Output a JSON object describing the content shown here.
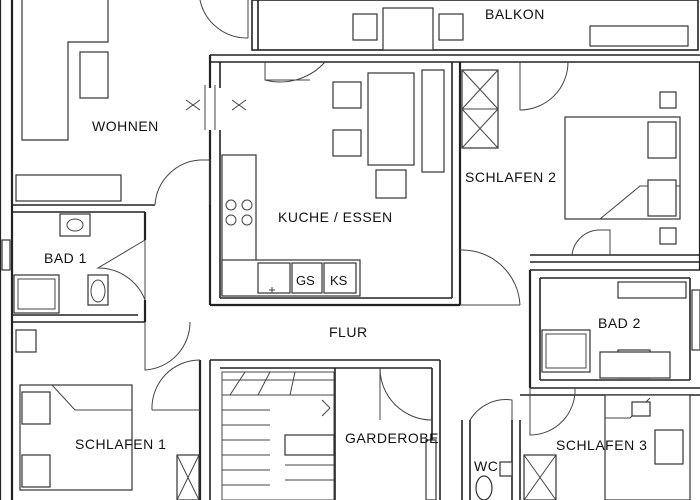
{
  "plan": {
    "rooms": {
      "balkon": "BALKON",
      "wohnen": "WOHNEN",
      "kueche": "KUCHE / ESSEN",
      "schlafen2": "SCHLAFEN 2",
      "bad1": "BAD 1",
      "flur": "FLUR",
      "bad2": "BAD 2",
      "schlafen1": "SCHLAFEN 1",
      "garderobe": "GARDEROBE",
      "wc": "WC",
      "schlafen3": "SCHLAFEN 3"
    },
    "appliances": {
      "gs": "GS",
      "ks": "KS"
    }
  }
}
